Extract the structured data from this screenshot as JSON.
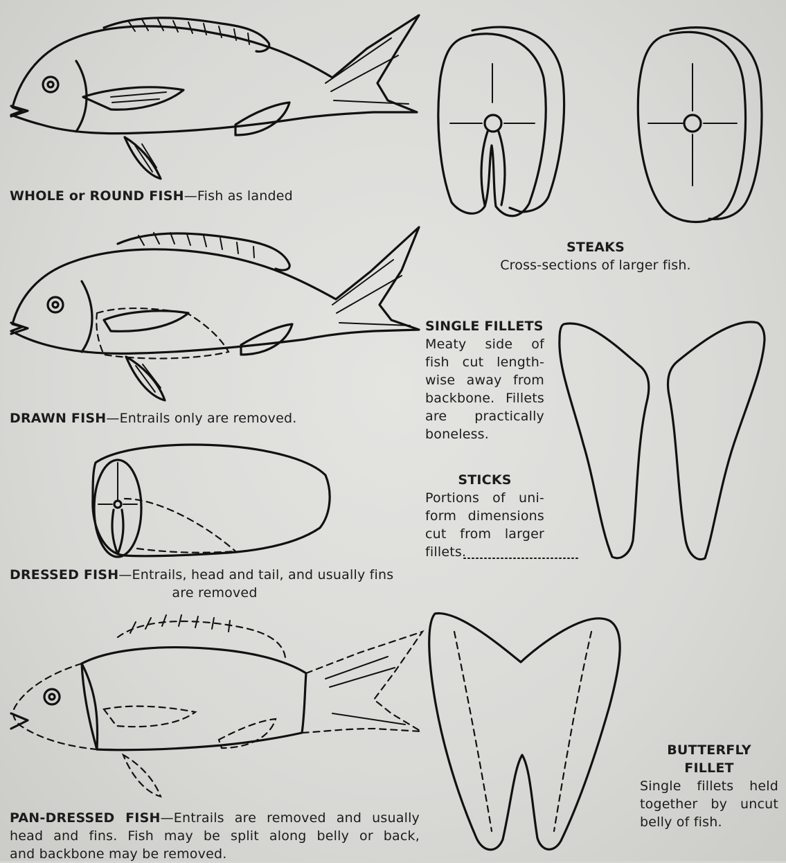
{
  "whole_fish": {
    "name": "WHOLE or ROUND FISH",
    "desc": "—Fish as landed"
  },
  "drawn_fish": {
    "name": "DRAWN FISH",
    "desc": "—Entrails only are removed."
  },
  "dressed_fish": {
    "name": "DRESSED FISH",
    "desc_line1": "—Entrails, head and tail, and usually fins",
    "desc_line2": "are removed"
  },
  "pan_dressed_fish": {
    "name": "PAN-DRESSED FISH",
    "desc_line1": "—Entrails are removed and usually",
    "desc_line2": "head and fins. Fish may be split along belly or back,",
    "desc_line3": "and backbone may be removed."
  },
  "steaks": {
    "title": "STEAKS",
    "desc": "Cross-sections of larger fish."
  },
  "single_fillets": {
    "title": "SINGLE FILLETS",
    "lines": [
      "Meaty side of",
      "fish cut length-",
      "wise away from",
      "backbone. Fillets",
      "are practically",
      "boneless."
    ]
  },
  "sticks": {
    "title": "STICKS",
    "lines": [
      "Portions of uni-",
      "form dimensions",
      "cut from larger",
      "fillets."
    ]
  },
  "butterfly_fillet": {
    "title_line1": "BUTTERFLY",
    "title_line2": "FILLET",
    "lines": [
      "Single fillets held",
      "together by uncut",
      "belly of fish."
    ]
  }
}
